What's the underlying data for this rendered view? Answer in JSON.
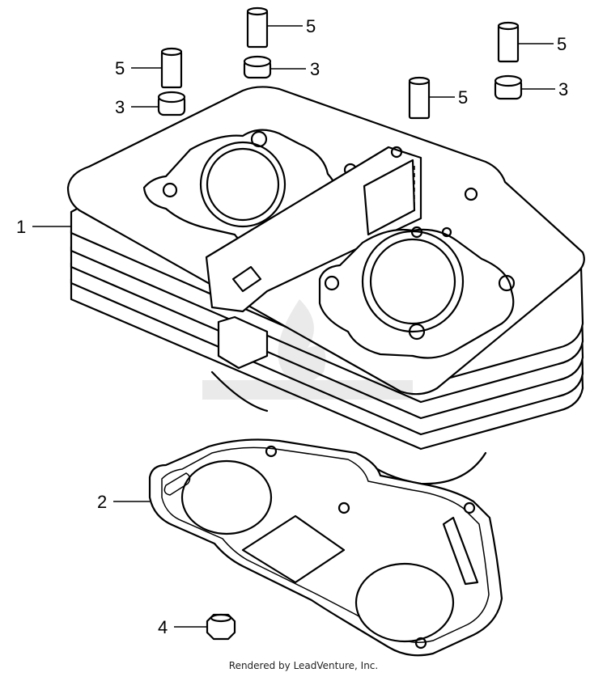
{
  "diagram": {
    "callouts": [
      {
        "id": "c1",
        "label": "1"
      },
      {
        "id": "c2",
        "label": "2"
      },
      {
        "id": "c3a",
        "label": "3"
      },
      {
        "id": "c3b",
        "label": "3"
      },
      {
        "id": "c3c",
        "label": "3"
      },
      {
        "id": "c4",
        "label": "4"
      },
      {
        "id": "c5a",
        "label": "5"
      },
      {
        "id": "c5b",
        "label": "5"
      },
      {
        "id": "c5c",
        "label": "5"
      },
      {
        "id": "c5d",
        "label": "5"
      }
    ]
  },
  "footer": {
    "text": "Rendered by LeadVenture, Inc."
  }
}
